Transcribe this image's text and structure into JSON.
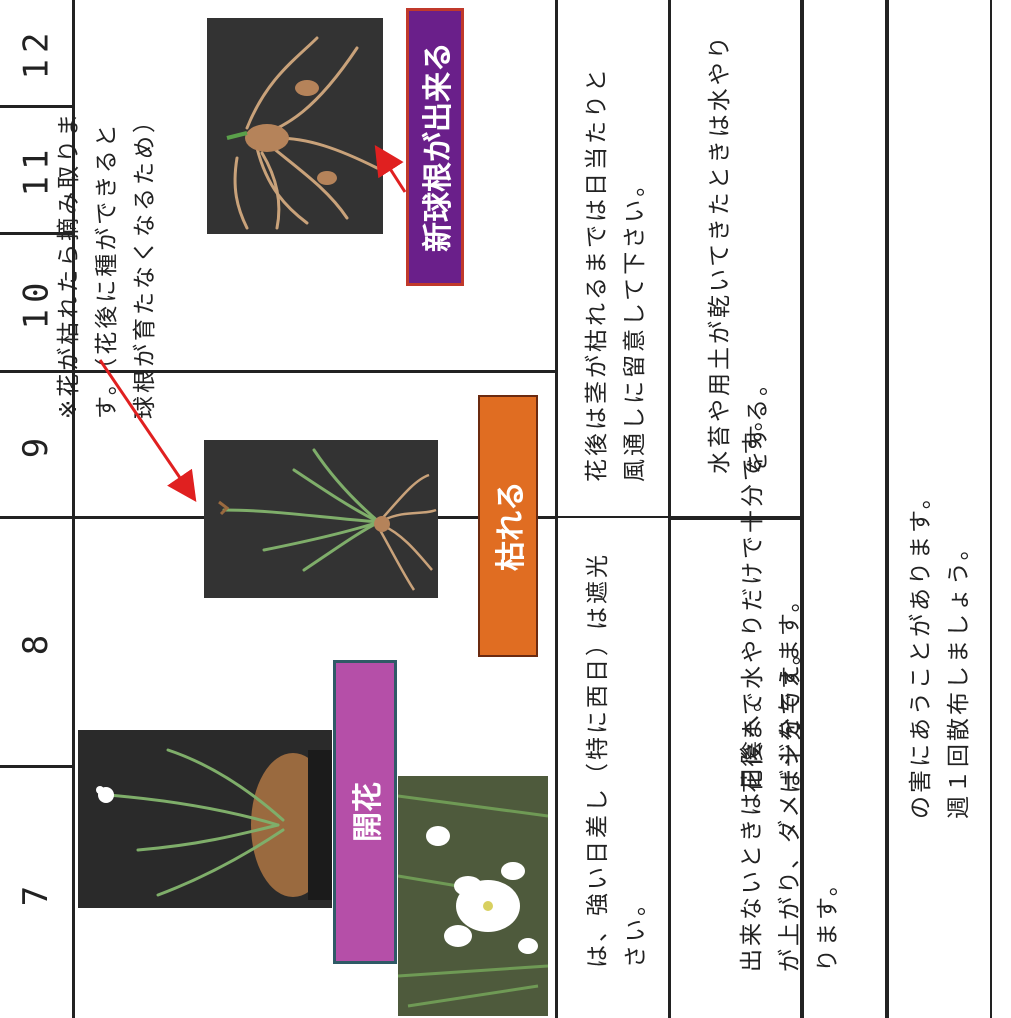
{
  "months": [
    "12",
    "11",
    "10",
    "9",
    "8",
    "7"
  ],
  "notes": {
    "seed_pod": "※花が枯れたら摘み取りま\nす。（花後に種ができると\n球根が育たなくなるため）"
  },
  "labels": {
    "new_bulb": "新球根が出来る",
    "wither": "枯れる",
    "bloom": "開花"
  },
  "rows": {
    "light_after_bloom": "花後は茎が枯れるまでは日当たりと\n風通しに留意して下さい。",
    "light_summer": "は、強い日差し（特に西日）は遮光\nさい。",
    "water_after_bloom": "水苔や用土が乾いてきたときは水やり\nをする。",
    "water_summer": "出来ないときは日陰へ。\nが上がり、ダメージを与えます。\nります。",
    "water_bloom": "花後まで水やりだけで十分です。\nば十分です。",
    "pest": "の害にあうことがあります。\n週１回散布しましょう。"
  },
  "colors": {
    "new_bulb_bg": "#6a1f8a",
    "wither_bg": "#e06d22",
    "bloom_bg": "#b54fa8",
    "arrow": "#e02020"
  }
}
